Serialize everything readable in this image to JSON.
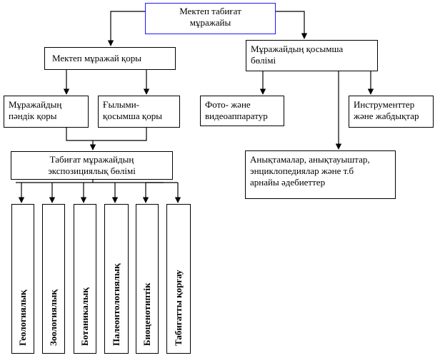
{
  "root": {
    "line1": "Мектеп табиғат",
    "line2": "мұражайы"
  },
  "left_branch": {
    "title": "Мектеп мұражай қоры",
    "sub_left": {
      "line1": "Мұражайдың",
      "line2": "пәндік қоры"
    },
    "sub_right": {
      "line1": "Ғылыми-",
      "line2": "қосымша қоры"
    },
    "exposition": {
      "line1": "Табиғат мұражайдың",
      "line2": "экспозициялық бөлімі"
    },
    "sections": [
      "Геологиялық",
      "Зоологиялық",
      "Ботаникалық",
      "Палеонтологиялық",
      "Биоценотиптік",
      "Табиғатты қорғау"
    ]
  },
  "right_branch": {
    "title": {
      "line1": "Мұражайдың қосымша",
      "line2": "бөлімі"
    },
    "photo": {
      "line1": "Фото- және",
      "line2": "видеоаппаратур"
    },
    "instruments": {
      "line1": "Инструменттер",
      "line2": "және жабдықтар"
    },
    "references": {
      "line1": "Анықтамалар, анықтауыштар,",
      "line2": "энциклопедиялар және т.б",
      "line3": "арнайы әдебиеттер"
    }
  }
}
